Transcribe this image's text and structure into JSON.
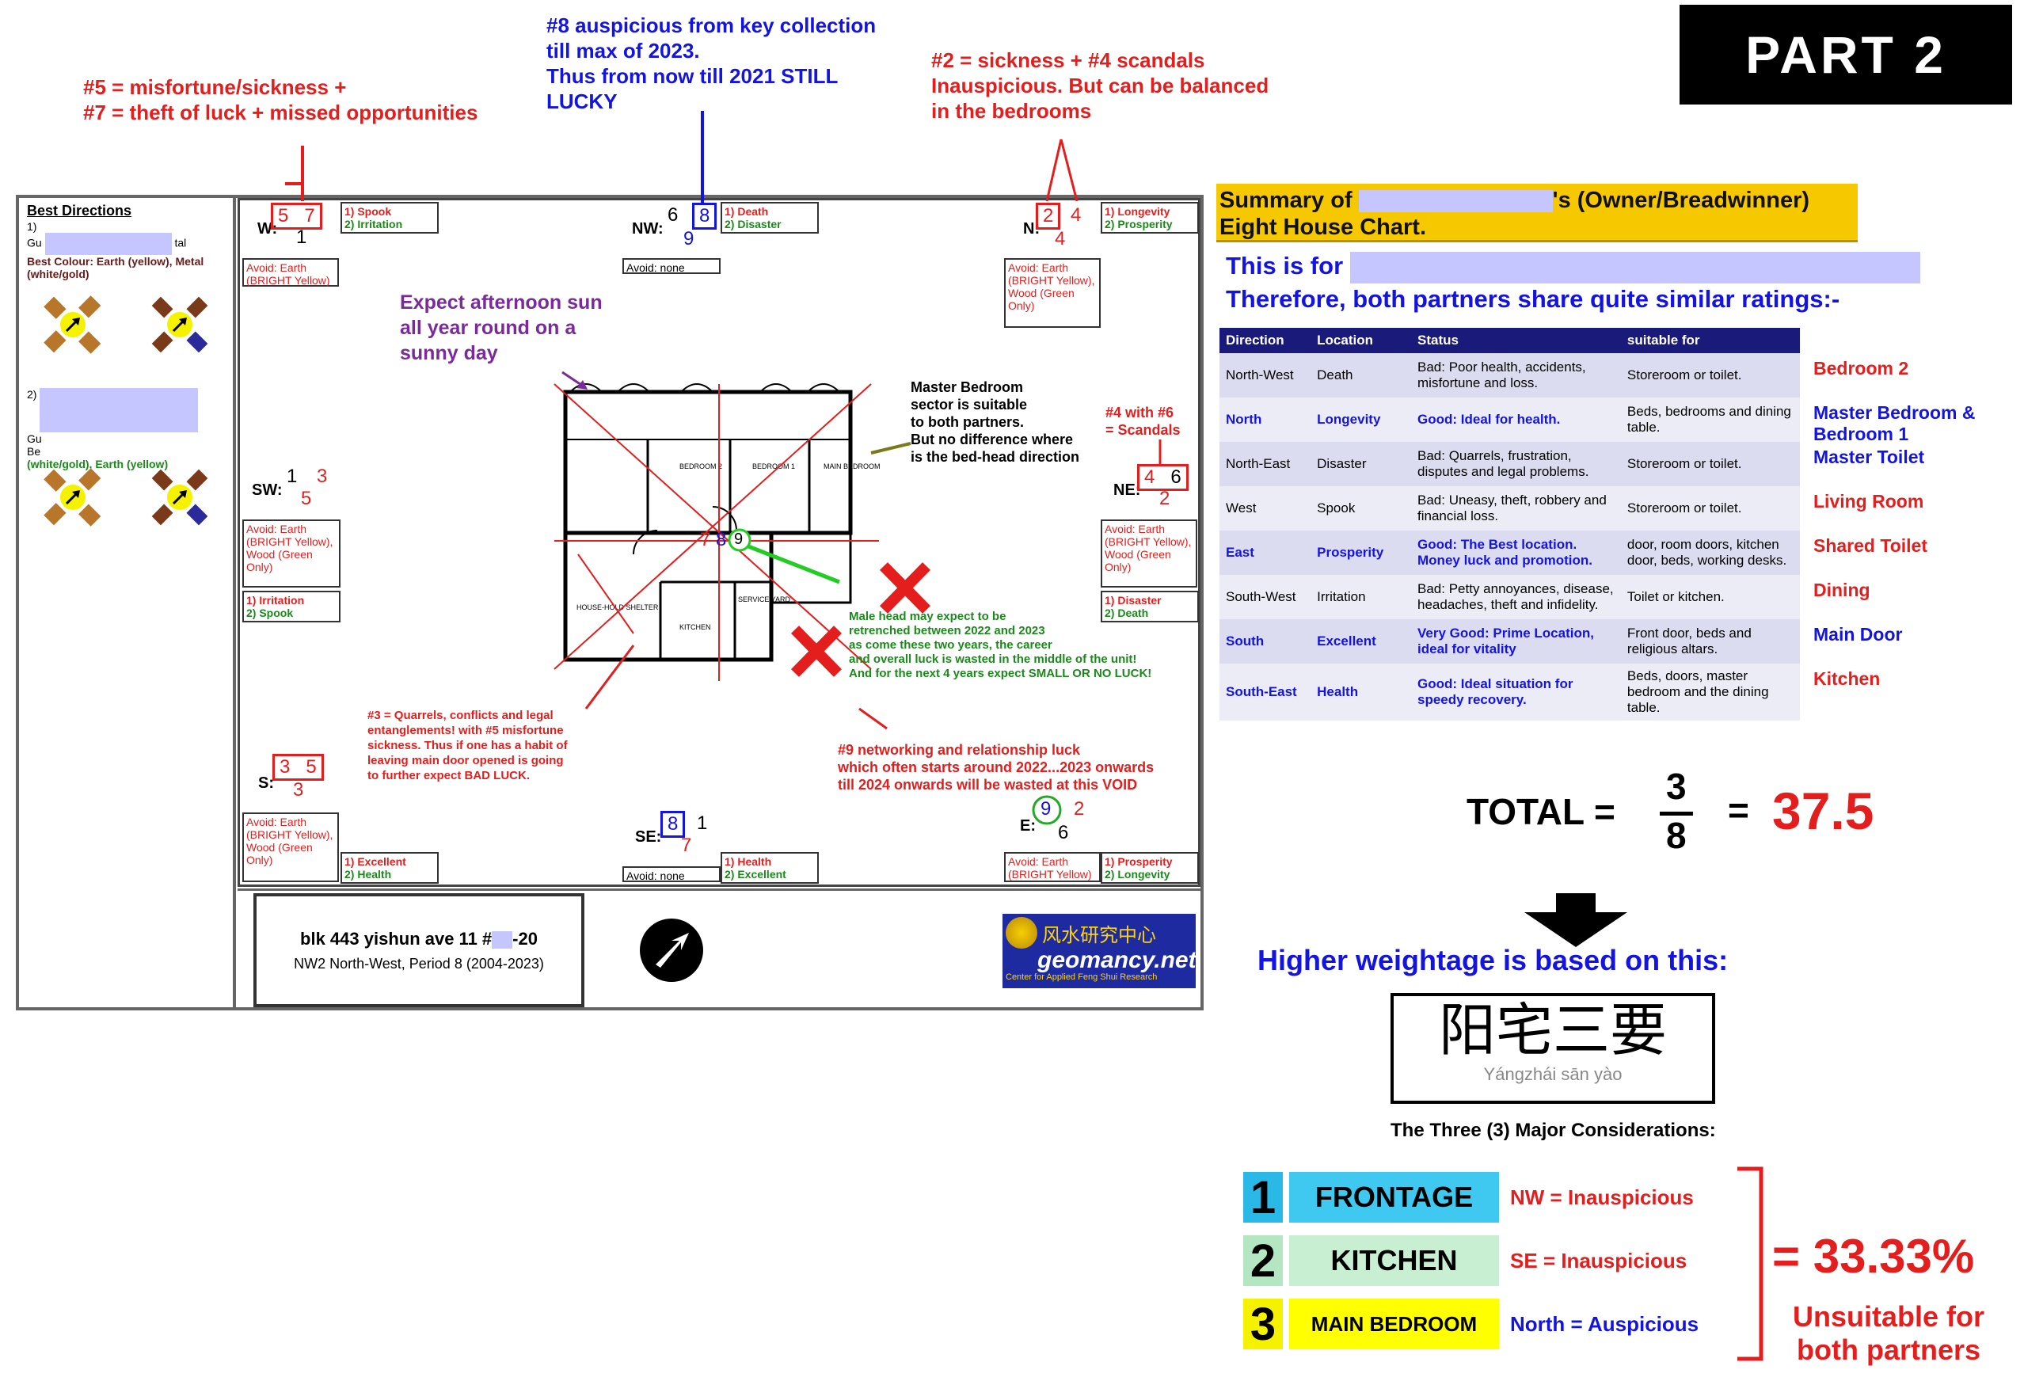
{
  "badge": "PART 2",
  "annotations": {
    "a57": "#5 = misfortune/sickness +\n#7 = theft of luck + missed opportunities",
    "a8": "#8 auspicious from key collection\ntill max of 2023.\nThus from now till 2021 STILL\nLUCKY",
    "a24": "#2 = sickness + #4 scandals\nInauspicious. But can be balanced\nin the bedrooms",
    "sun": "Expect afternoon sun\nall year round on a\nsunny day",
    "master": "Master Bedroom\nsector is suitable\nto both partners.\nBut no difference where\nis the bed-head direction",
    "a46": "#4 with #6\n= Scandals",
    "malehead": "Male head may expect to be\nretrenched between 2022 and 2023\nas come these two years, the career\nand overall luck is wasted in the middle of the unit!\nAnd for the next 4 years expect SMALL OR NO LUCK!",
    "a3": "#3 = Quarrels, conflicts and legal\nentanglements! with #5 misfortune\nsickness. Thus if one has a habit of\nleaving main door opened is going\nto further expect BAD LUCK.",
    "a9": "#9 networking and relationship luck\nwhich often starts around 2022...2023 onwards\ntill 2024 onwards will be wasted at this VOID"
  },
  "sidebar": {
    "title": "Best Directions",
    "item1_prefix": "1)",
    "item1_gu": "Gu",
    "item1_tal": "tal",
    "item1_colour_label": "Best Colour:",
    "item1_colour": "Earth (yellow), Metal (white/gold)",
    "item2_prefix": "2)",
    "item2_gu": "Gu",
    "item2_be": "Be",
    "item2_colour": "(white/gold), Earth (yellow)"
  },
  "sectors": {
    "w": {
      "label": "W:",
      "a": "5",
      "b": "7",
      "c": "1",
      "t1": "1) Spook",
      "t2": "2) Irritation",
      "avoid": "Avoid: Earth (BRIGHT Yellow)"
    },
    "nw": {
      "label": "NW:",
      "a": "6",
      "b": "8",
      "c": "9",
      "t1": "1) Death",
      "t2": "2) Disaster",
      "avoid": "Avoid: none"
    },
    "n": {
      "label": "N:",
      "a": "2",
      "b": "4",
      "c": "4",
      "t1": "1) Longevity",
      "t2": "2) Prosperity",
      "avoid": "Avoid: Earth (BRIGHT Yellow), Wood (Green Only)"
    },
    "sw": {
      "label": "SW:",
      "a": "1",
      "b": "3",
      "c": "5",
      "t1": "1) Irritation",
      "t2": "2) Spook",
      "avoid": "Avoid: Earth (BRIGHT Yellow), Wood (Green Only)"
    },
    "ne": {
      "label": "NE:",
      "a": "4",
      "b": "6",
      "c": "2",
      "t1": "1) Disaster",
      "t2": "2) Death",
      "avoid": "Avoid: Earth (BRIGHT Yellow), Wood (Green Only)"
    },
    "s": {
      "label": "S:",
      "a": "3",
      "b": "5",
      "c": "3",
      "t1": "1) Excellent",
      "t2": "2) Health",
      "avoid": "Avoid: Earth (BRIGHT Yellow), Wood (Green Only)"
    },
    "se": {
      "label": "SE:",
      "a": "8",
      "b": "1",
      "c": "7",
      "t1": "1) Health",
      "t2": "2) Excellent",
      "avoid": "Avoid: none"
    },
    "e": {
      "label": "E:",
      "a": "9",
      "b": "2",
      "c": "6",
      "t1": "1) Prosperity",
      "t2": "2) Longevity",
      "avoid": "Avoid: Earth (BRIGHT Yellow)"
    },
    "center": {
      "a": "7",
      "b": "8",
      "c": "9"
    }
  },
  "floorplan": {
    "bedroom2": "BEDROOM 2",
    "bedroom1": "BEDROOM 1",
    "master": "MAIN BEDROOM",
    "kitchen": "KITCHEN",
    "household": "HOUSE-HOLD SHELTER",
    "service": "SERVICE YARD"
  },
  "address": {
    "line1": "blk 443 yishun ave 11 #",
    "line1_end": "-20",
    "line2": "NW2 North-West, Period 8 (2004-2023)"
  },
  "logo": {
    "cn": "风水研究中心",
    "name": "geomancy.net",
    "sub": "Center for Applied Feng Shui Research"
  },
  "summary": {
    "title_prefix": "Summary of ",
    "title_suffix": "'s (Owner/Breadwinner) Eight House Chart.",
    "line1": "This is for",
    "line2": "Therefore, both partners share quite similar ratings:-"
  },
  "table": {
    "headers": [
      "Direction",
      "Location",
      "Status",
      "suitable for"
    ],
    "rows": [
      {
        "dir": "North-West",
        "loc": "Death",
        "status": "Bad: Poor health, accidents, misfortune and loss.",
        "suit": "Storeroom or toilet.",
        "good": false,
        "room": "Bedroom 2",
        "room_color": "#e41d1d"
      },
      {
        "dir": "North",
        "loc": "Longevity",
        "status": "Good: Ideal for health.",
        "suit": "Beds, bedrooms and dining table.",
        "good": true,
        "room": "Master Bedroom & Bedroom 1",
        "room_color": "#1414e0"
      },
      {
        "dir": "North-East",
        "loc": "Disaster",
        "status": "Bad: Quarrels, frustration, disputes and legal problems.",
        "suit": "Storeroom or toilet.",
        "good": false,
        "room": "Master Toilet",
        "room_color": "#1414e0"
      },
      {
        "dir": "West",
        "loc": "Spook",
        "status": "Bad: Uneasy, theft, robbery and financial loss.",
        "suit": "Storeroom or toilet.",
        "good": false,
        "room": "Living Room",
        "room_color": "#e41d1d"
      },
      {
        "dir": "East",
        "loc": "Prosperity",
        "status": "Good: The Best location. Money luck and promotion.",
        "suit": "door, room doors, kitchen door, beds, working desks.",
        "good": true,
        "room": "Shared Toilet",
        "room_color": "#e41d1d"
      },
      {
        "dir": "South-West",
        "loc": "Irritation",
        "status": "Bad: Petty annoyances, disease, headaches, theft and infidelity.",
        "suit": "Toilet or kitchen.",
        "good": false,
        "room": "Dining",
        "room_color": "#e41d1d"
      },
      {
        "dir": "South",
        "loc": "Excellent",
        "status": "Very Good: Prime Location, ideal for vitality",
        "suit": "Front door, beds and religious altars.",
        "good": true,
        "room": "Main Door",
        "room_color": "#1414e0"
      },
      {
        "dir": "South-East",
        "loc": "Health",
        "status": "Good: Ideal situation for speedy recovery.",
        "suit": "Beds, doors, master bedroom and the dining table.",
        "good": true,
        "room": "Kitchen",
        "room_color": "#e41d1d"
      }
    ]
  },
  "total": {
    "label": "TOTAL =",
    "numerator": "3",
    "denominator": "8",
    "equals": "=",
    "value": "37.5"
  },
  "weightage": "Higher weightage is based on this:",
  "chinese": {
    "hanzi": "阳宅三要",
    "pinyin": "Yángzhái sān yào"
  },
  "considerations_title": "The Three (3) Major Considerations:",
  "considerations": [
    {
      "num": "1",
      "label": "FRONTAGE",
      "verdict": "NW = Inauspicious",
      "num_bg": "#2ab8e6",
      "label_bg": "#3fc8f0",
      "verdict_color": "#e41d1d"
    },
    {
      "num": "2",
      "label": "KITCHEN",
      "verdict": "SE = Inauspicious",
      "num_bg": "#b3e6c1",
      "label_bg": "#c8efd2",
      "verdict_color": "#e41d1d"
    },
    {
      "num": "3",
      "label": "MAIN BEDROOM",
      "verdict": "North = Auspicious",
      "num_bg": "#f5f200",
      "label_bg": "#ffff00",
      "verdict_color": "#1414e0"
    }
  ],
  "result": {
    "pct": "= 33.33%",
    "note": "Unsuitable for\nboth partners"
  }
}
